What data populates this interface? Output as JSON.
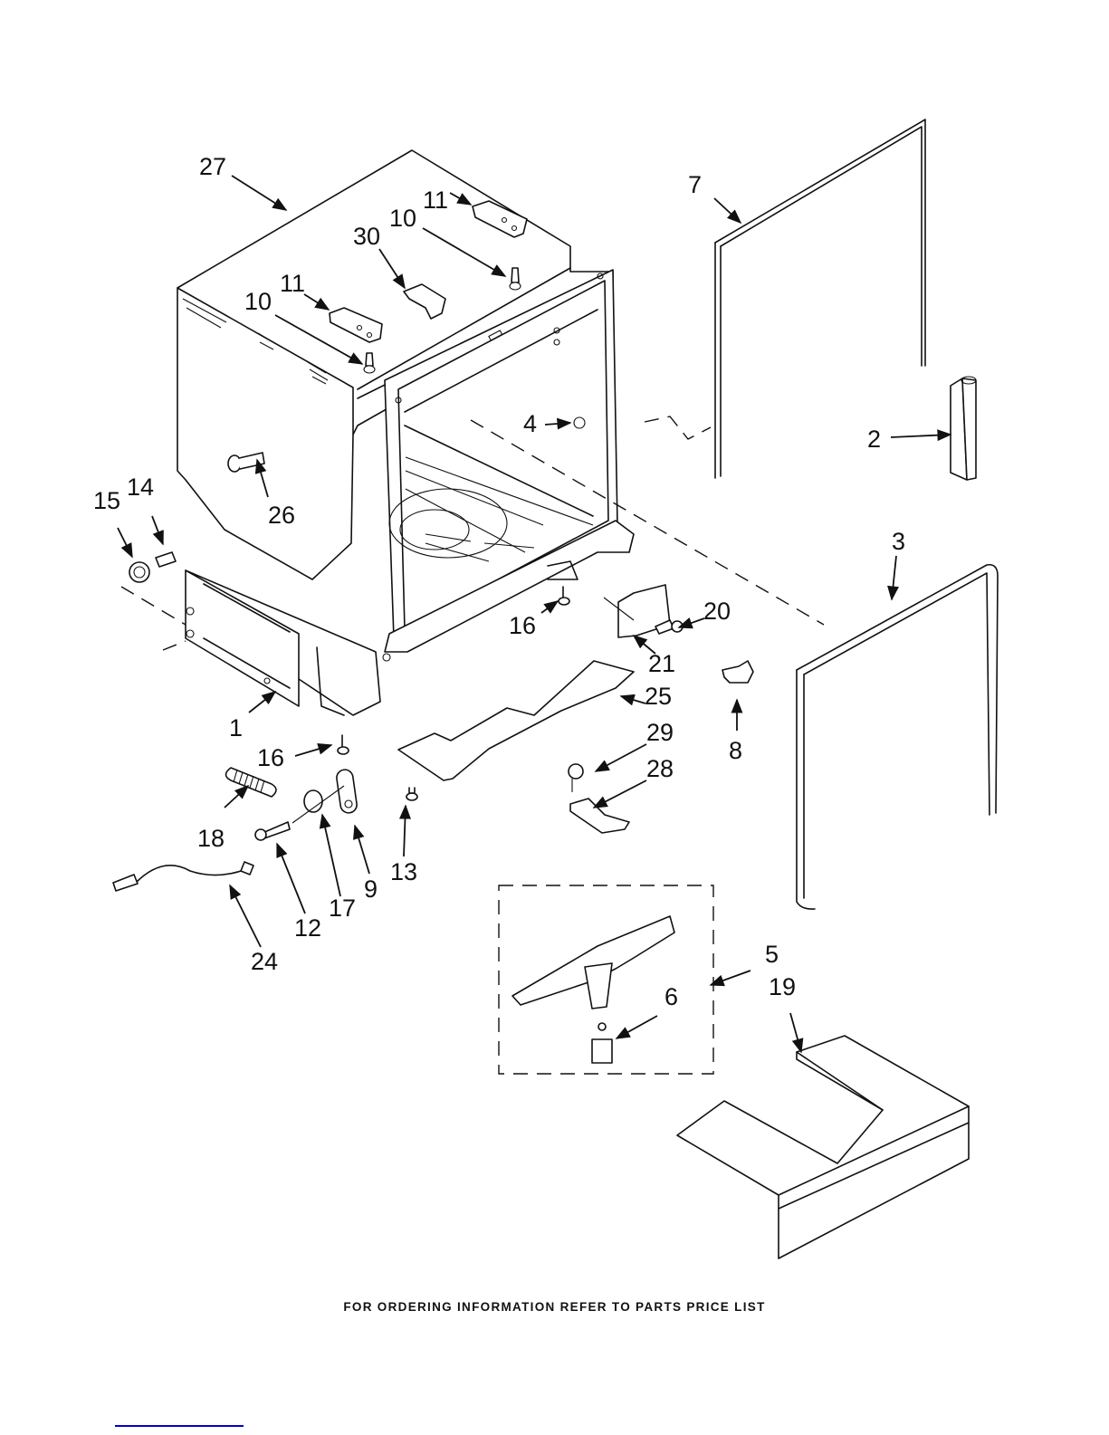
{
  "document": {
    "type": "parts-diagram",
    "subject": "Dishwasher tub and frame parts (exploded view)",
    "footer_text": "FOR ORDERING INFORMATION REFER TO PARTS PRICE LIST",
    "link_color": "#0000cc"
  },
  "callouts": [
    {
      "id": "c27",
      "label": "27"
    },
    {
      "id": "c11a",
      "label": "11"
    },
    {
      "id": "c10a",
      "label": "10"
    },
    {
      "id": "c30",
      "label": "30"
    },
    {
      "id": "c11b",
      "label": "11"
    },
    {
      "id": "c10b",
      "label": "10"
    },
    {
      "id": "c7",
      "label": "7"
    },
    {
      "id": "c4",
      "label": "4"
    },
    {
      "id": "c2",
      "label": "2"
    },
    {
      "id": "c26",
      "label": "26"
    },
    {
      "id": "c15",
      "label": "15"
    },
    {
      "id": "c14",
      "label": "14"
    },
    {
      "id": "c3",
      "label": "3"
    },
    {
      "id": "c16a",
      "label": "16"
    },
    {
      "id": "c20",
      "label": "20"
    },
    {
      "id": "c21",
      "label": "21"
    },
    {
      "id": "c1",
      "label": "1"
    },
    {
      "id": "c25",
      "label": "25"
    },
    {
      "id": "c8",
      "label": "8"
    },
    {
      "id": "c16b",
      "label": "16"
    },
    {
      "id": "c29",
      "label": "29"
    },
    {
      "id": "c28",
      "label": "28"
    },
    {
      "id": "c18",
      "label": "18"
    },
    {
      "id": "c13",
      "label": "13"
    },
    {
      "id": "c9",
      "label": "9"
    },
    {
      "id": "c12",
      "label": "12"
    },
    {
      "id": "c17",
      "label": "17"
    },
    {
      "id": "c24",
      "label": "24"
    },
    {
      "id": "c5",
      "label": "5"
    },
    {
      "id": "c19",
      "label": "19"
    },
    {
      "id": "c6",
      "label": "6"
    }
  ]
}
